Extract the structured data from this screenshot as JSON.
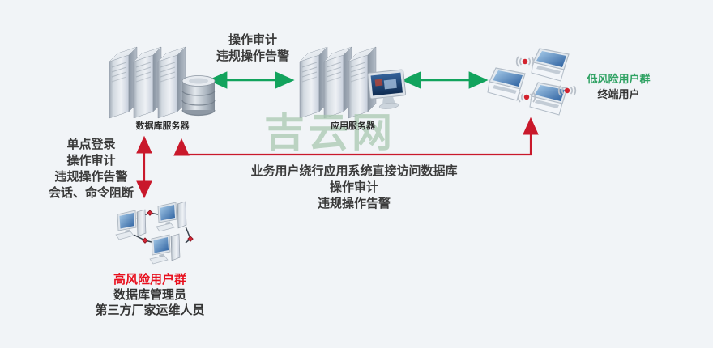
{
  "watermark": "吉云网",
  "nodes": {
    "database_server": {
      "label": "数据库服务器"
    },
    "app_server": {
      "label": "应用服务器"
    },
    "terminal_users": {
      "group": "低风险用户群",
      "label": "终端用户"
    },
    "high_risk_users": {
      "group": "高风险用户群",
      "roles": [
        "数据库管理员",
        "第三方厂家运维人员"
      ]
    }
  },
  "annotations": {
    "top": [
      "操作审计",
      "违规操作告警"
    ],
    "left": [
      "单点登录",
      "操作审计",
      "违规操作告警",
      "会话、命令阻断"
    ],
    "bypass": [
      "业务用户绕行应用系统直接访问数据库",
      "操作审计",
      "违规操作告警"
    ]
  },
  "edges": [
    {
      "from": "database_server",
      "to": "app_server",
      "style": "double-arrow",
      "color": "#12A35D",
      "label": "操作审计 / 违规操作告警"
    },
    {
      "from": "app_server",
      "to": "terminal_users",
      "style": "double-arrow",
      "color": "#12A35D"
    },
    {
      "from": "database_server",
      "to": "high_risk_users",
      "style": "double-arrow",
      "color": "#C9182B",
      "label": "单点登录 / 操作审计 / 违规操作告警 / 会话、命令阻断"
    },
    {
      "from": "terminal_users",
      "to": "database_server",
      "style": "elbow-double-arrow",
      "color": "#C9182B",
      "label": "业务用户绕行应用系统直接访问数据库 / 操作审计 / 违规操作告警"
    }
  ],
  "colors": {
    "green_arrow": "#12A35D",
    "red_arrow": "#C9182B",
    "green_text": "#2FA263",
    "red_text": "#E8101E",
    "watermark": "#A9C9B1",
    "background": "#F1F4F7",
    "text": "#333333"
  }
}
